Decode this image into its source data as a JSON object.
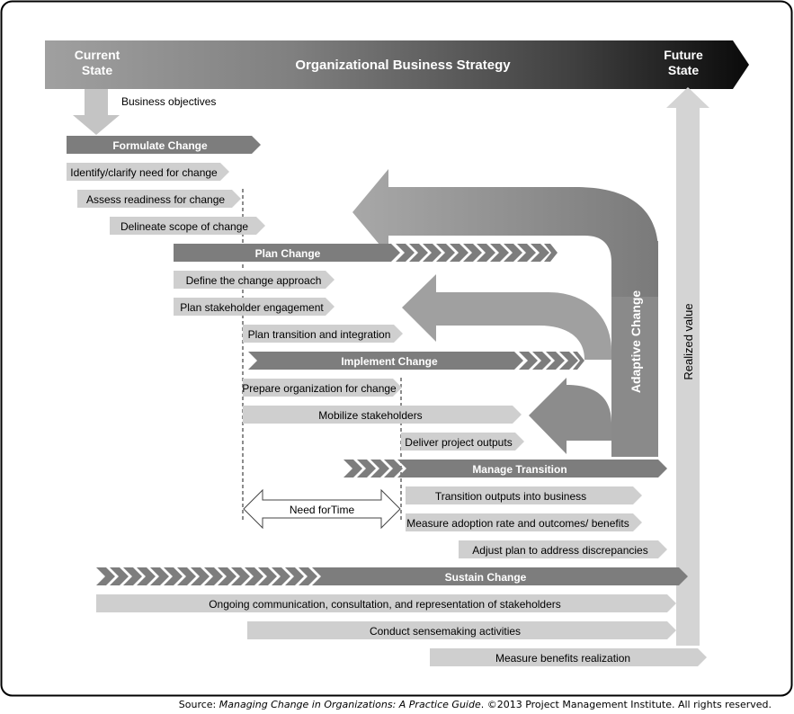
{
  "banner": {
    "current_state": [
      "Current",
      "State"
    ],
    "title": "Organizational Business Strategy",
    "future_state": [
      "Future",
      "State"
    ]
  },
  "business_objectives": "Business objectives",
  "phases": {
    "formulate": {
      "label": "Formulate Change",
      "steps": [
        "Identify/clarify need for change",
        "Assess readiness for change",
        "Delineate scope of change"
      ]
    },
    "plan": {
      "label": "Plan Change",
      "steps": [
        "Define the change approach",
        "Plan stakeholder engagement",
        "Plan transition and integration"
      ]
    },
    "implement": {
      "label": "Implement Change",
      "steps": [
        "Prepare organization for change",
        "Mobilize stakeholders",
        "Deliver project outputs"
      ]
    },
    "transition": {
      "label": "Manage Transition",
      "steps": [
        "Transition outputs into business",
        "Measure adoption rate and outcomes/ benefits",
        "Adjust plan to address discrepancies"
      ]
    },
    "sustain": {
      "label": "Sustain Change",
      "steps": [
        "Ongoing communication, consultation, and representation of stakeholders",
        "Conduct sensemaking activities",
        "Measure benefits realization"
      ]
    }
  },
  "need_for_time": "Need forTime",
  "adaptive_change": "Adaptive Change",
  "realized_value": "Realized value",
  "source": {
    "prefix": "Source: ",
    "title": "Managing Change in Organizations: A Practice Guide",
    "suffix": ". ©2013 Project Management Institute. All rights reserved."
  },
  "colors": {
    "dark_bar": "#7d7d7d",
    "light_bar": "#cfcfcf",
    "big_arrow": "#888888",
    "banner_dark": "#111111",
    "banner_light": "#9a9a9a"
  }
}
